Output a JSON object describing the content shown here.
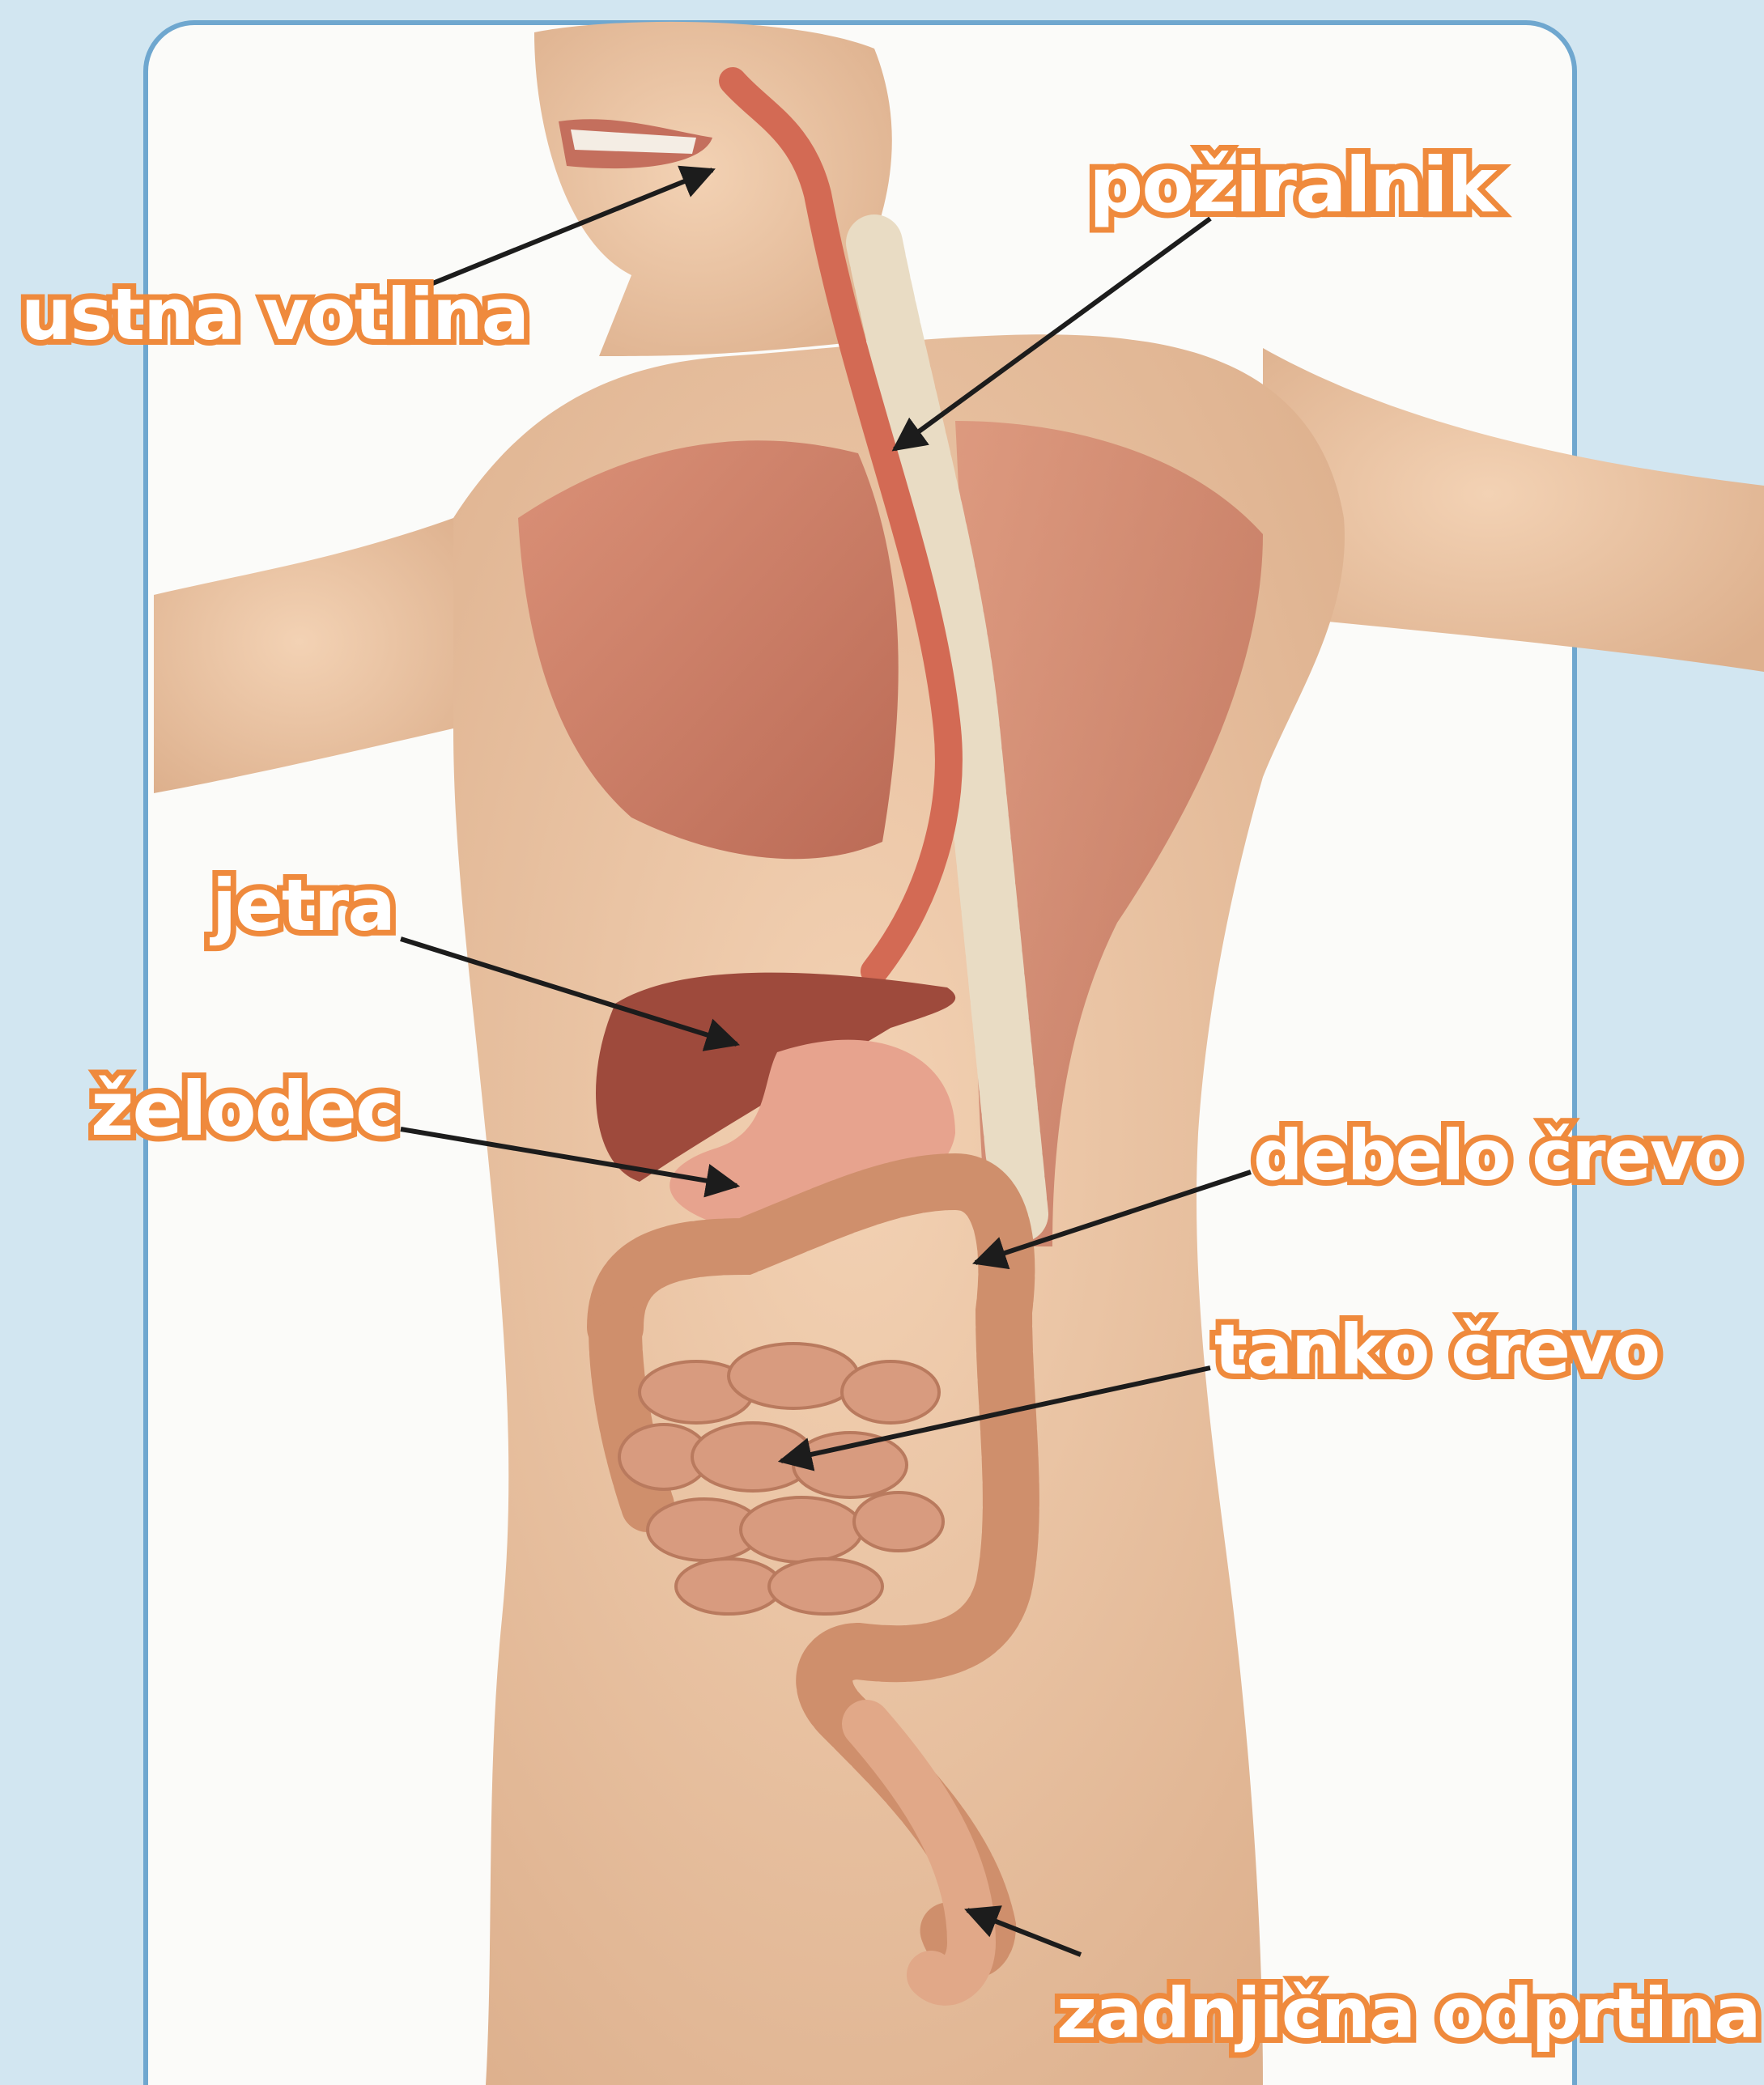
{
  "labels": {
    "mouth": "ustna votlina",
    "esophagus": "požiralnik",
    "liver": "jetra",
    "stomach": "želodec",
    "large_intestine": "debelo črevo",
    "small_intestine": "tanko črevo",
    "anus": "zadnjična odprtina"
  },
  "colors": {
    "background": "#d2e6f1",
    "panel": "#fbfbf9",
    "panel_border": "#6fa7cf",
    "label_outline": "#ef8a3d",
    "label_fill": "#ffffff",
    "arrow": "#1c1c1c",
    "skin": "#ecc4a2",
    "muscle": "#c9725c",
    "esophagus": "#d36a54",
    "liver": "#9e4a3c",
    "stomach": "#e7a38e",
    "intestine": "#cf8f6c"
  }
}
